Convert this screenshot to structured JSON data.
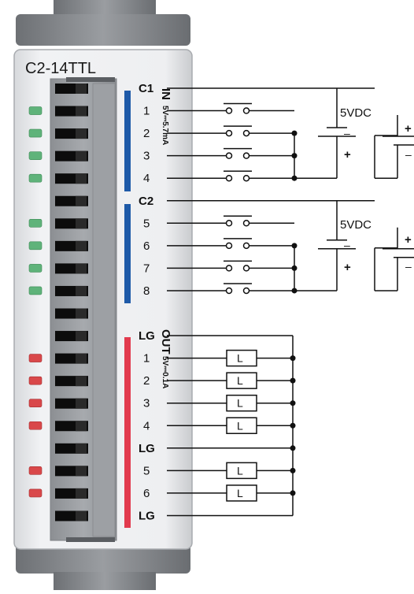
{
  "module": {
    "name": "C2-14TTL"
  },
  "input_section": {
    "title": "IN",
    "rating": "5V⎓5.7mA",
    "groups": [
      {
        "common": "C1",
        "terminals": [
          "1",
          "2",
          "3",
          "4"
        ],
        "supply": "5VDC"
      },
      {
        "common": "C2",
        "terminals": [
          "5",
          "6",
          "7",
          "8"
        ],
        "supply": "5VDC"
      }
    ],
    "polarity": {
      "minus": "–",
      "plus": "+"
    }
  },
  "output_section": {
    "title": "OUT",
    "rating": "5V⎓0.1A",
    "terminals": [
      "LG",
      "1",
      "2",
      "3",
      "4",
      "LG",
      "5",
      "6",
      "LG"
    ],
    "load_label": "L"
  },
  "led_status": {
    "input_leds": 8,
    "output_leds": 6
  },
  "colors": {
    "input_bar": "#1e5aa8",
    "output_bar": "#e23a4e",
    "input_led": "#5fb37a",
    "output_led": "#d9484a",
    "housing": "#eaebee",
    "terminal_block": "#9ea1a5"
  }
}
